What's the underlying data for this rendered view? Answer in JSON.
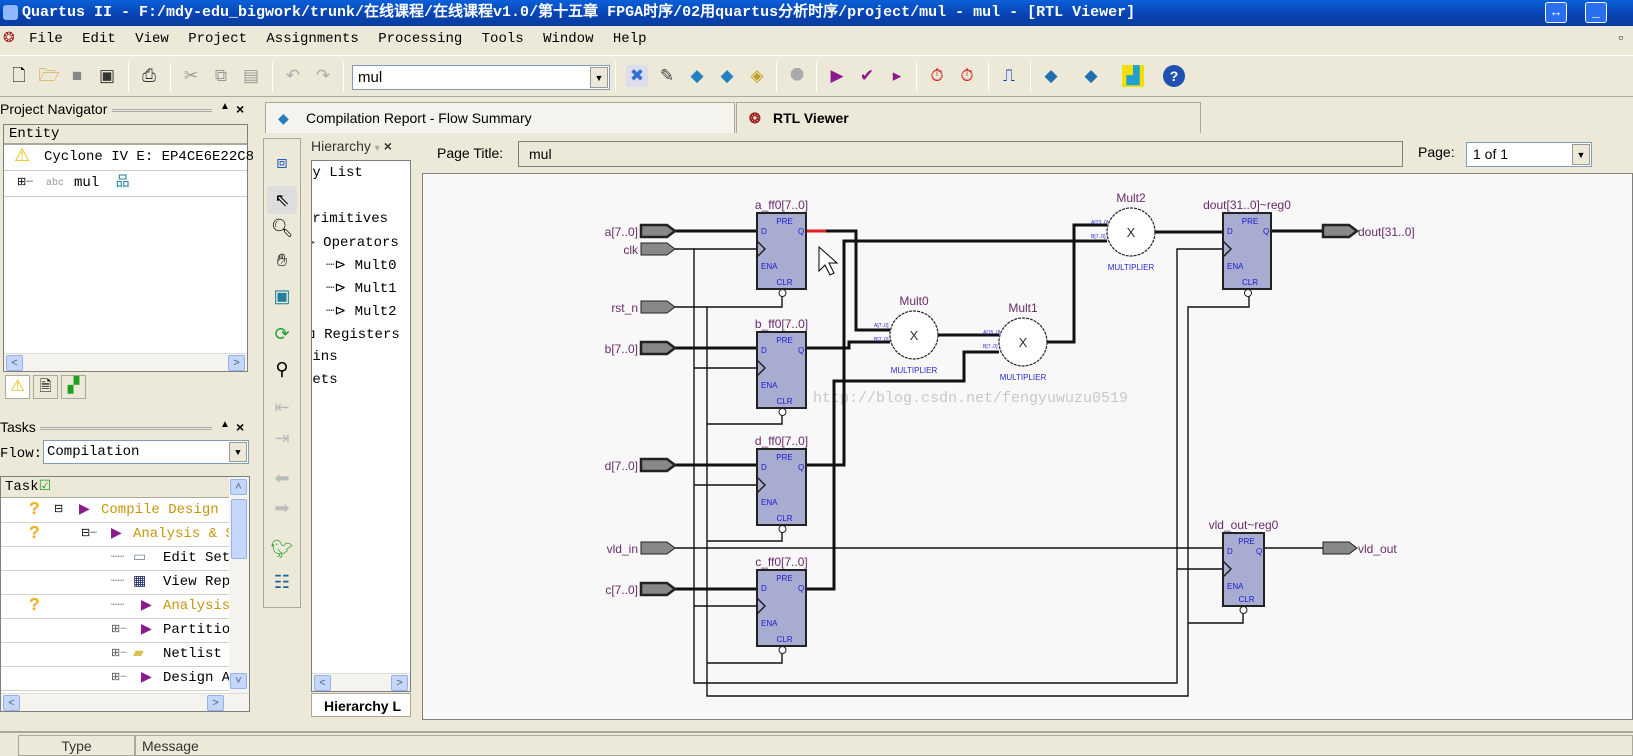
{
  "window": {
    "title": "Quartus II - F:/mdy-edu_bigwork/trunk/在线课程/在线课程v1.0/第十五章 FPGA时序/02用quartus分析时序/project/mul - mul - [RTL Viewer]"
  },
  "menu": [
    "File",
    "Edit",
    "View",
    "Project",
    "Assignments",
    "Processing",
    "Tools",
    "Window",
    "Help"
  ],
  "toolbar": {
    "left_icons": [
      "new-file",
      "open-folder",
      "save",
      "save-all",
      "print",
      "cut",
      "copy",
      "paste",
      "undo",
      "redo"
    ],
    "entity_combo": "mul",
    "right_icons": [
      "analysis-synthesis",
      "edit-pin",
      "compile",
      "fitter",
      "assembler",
      "stop",
      "start-compilation",
      "analyze-elaborate",
      "start-analysis",
      "timequest",
      "timing-analyzer",
      "simulator",
      "programmer",
      "chip-planner",
      "pin-planner",
      "help"
    ]
  },
  "project_navigator": {
    "title": "Project Navigator",
    "column": "Entity",
    "device": "Cyclone IV E: EP4CE6E22C8",
    "top_entity": "mul",
    "tabs": [
      "hierarchy-tab",
      "files-tab",
      "design-units-tab"
    ]
  },
  "tasks": {
    "title": "Tasks",
    "flow_label": "Flow:",
    "flow_value": "Compilation",
    "column": "Task",
    "rows": [
      {
        "label": "Compile Design",
        "status": "?",
        "level": 0,
        "state": "pending"
      },
      {
        "label": "Analysis & S",
        "status": "?",
        "level": 1,
        "state": "pending"
      },
      {
        "label": "Edit Set",
        "status": "",
        "level": 2,
        "state": "normal"
      },
      {
        "label": "View Rep",
        "status": "",
        "level": 2,
        "state": "normal"
      },
      {
        "label": "Analysis",
        "status": "?",
        "level": 2,
        "state": "pending"
      },
      {
        "label": "Partitio",
        "status": "",
        "level": 2,
        "state": "normal"
      },
      {
        "label": "Netlist",
        "status": "",
        "level": 2,
        "state": "normal"
      },
      {
        "label": "Design A",
        "status": "",
        "level": 2,
        "state": "normal"
      }
    ]
  },
  "hierarchy": {
    "title": "Hierarchy",
    "items": [
      "hy List",
      "Primitives",
      "Operators",
      "Mult0",
      "Mult1",
      "Mult2",
      "Registers",
      "Pins",
      "Nets"
    ],
    "bottom_tab": "Hierarchy L"
  },
  "tabs": [
    {
      "label": "Compilation Report - Flow Summary",
      "active": false
    },
    {
      "label": "RTL Viewer",
      "active": true
    }
  ],
  "rtl": {
    "page_title_label": "Page Title:",
    "page_title_value": "mul",
    "page_label": "Page:",
    "page_value": "1 of 1",
    "inputs": [
      "a[7..0]",
      "clk",
      "rst_n",
      "b[7..0]",
      "d[7..0]",
      "vld_in",
      "c[7..0]"
    ],
    "outputs": [
      "dout[31..0]",
      "vld_out"
    ],
    "registers": [
      "a_ff0[7..0]",
      "b_ff0[7..0]",
      "d_ff0[7..0]",
      "c_ff0[7..0]",
      "dout[31..0]~reg0",
      "vld_out~reg0"
    ],
    "register_pins": {
      "pre": "PRE",
      "d": "D",
      "q": "Q",
      "ena": "ENA",
      "clr": "CLR"
    },
    "multipliers": [
      {
        "name": "Mult0",
        "type": "MULTIPLIER",
        "a": "A[7..0]",
        "b": "B[7..0]"
      },
      {
        "name": "Mult1",
        "type": "MULTIPLIER",
        "a": "A[15..0]",
        "b": "B[7..0]"
      },
      {
        "name": "Mult2",
        "type": "MULTIPLIER",
        "a": "A[23..0]",
        "b": "B[7..0]"
      }
    ],
    "multiplier_glyph": "X",
    "highlight_color": "#e02020",
    "register_fill": "#a8acd0",
    "watermark": "http://blog.csdn.net/fengyuwuzu0519"
  },
  "messages": {
    "columns": [
      "Type",
      "Message"
    ]
  }
}
